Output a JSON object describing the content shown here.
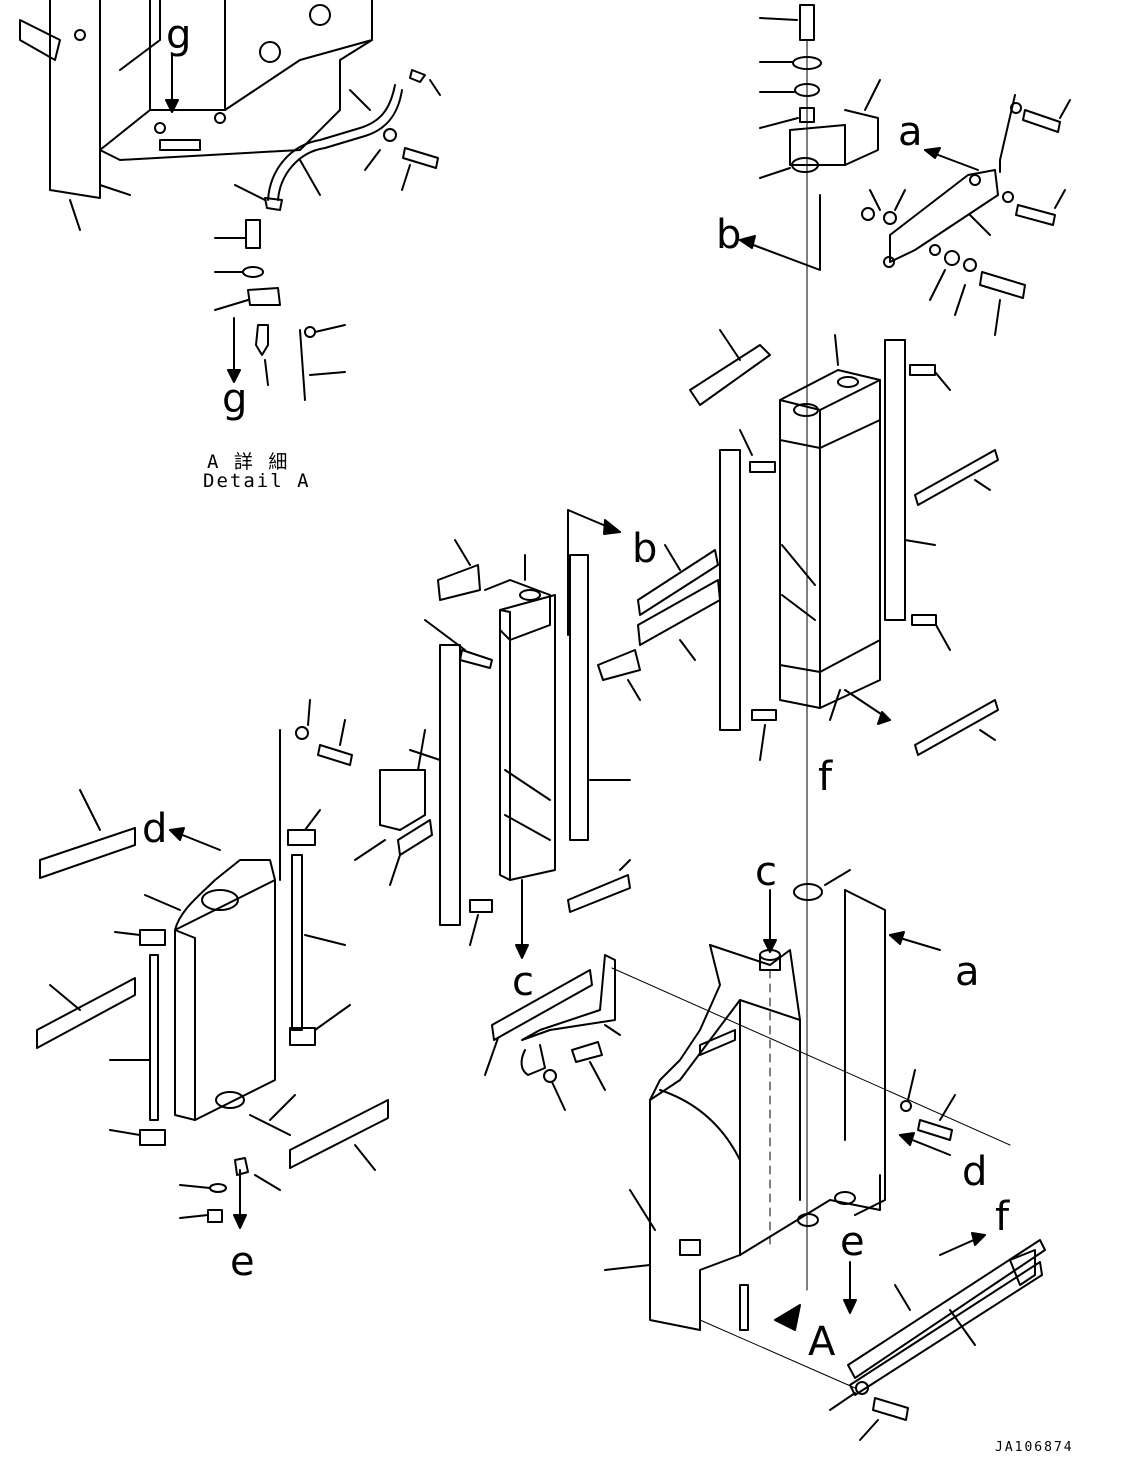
{
  "detail_caption": {
    "japanese": "A 詳 細",
    "english": "Detail A"
  },
  "document_id": "JA106874",
  "reference_letters": {
    "a": "a",
    "b": "b",
    "c": "c",
    "d": "d",
    "e": "e",
    "f": "f",
    "g": "g",
    "A": "A"
  },
  "colors": {
    "line": "#000000",
    "background": "#ffffff"
  }
}
